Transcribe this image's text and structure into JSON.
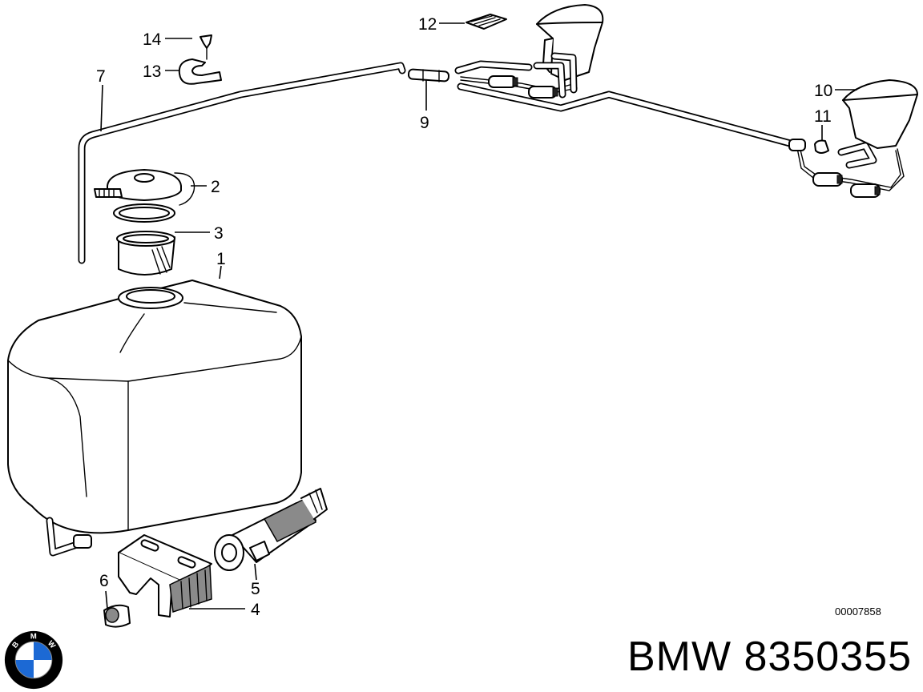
{
  "callouts": {
    "c1": "1",
    "c2": "2",
    "c3": "3",
    "c4": "4",
    "c5": "5",
    "c6": "6",
    "c7": "7",
    "c9": "9",
    "c10": "10",
    "c11": "11",
    "c12": "12",
    "c13": "13",
    "c14": "14"
  },
  "reference_code": "00007858",
  "caption": {
    "brand": "BMW",
    "part_number": "8350355"
  },
  "logo": {
    "letters": [
      "B",
      "M",
      "W"
    ],
    "colors": {
      "blue": "#1c69d4",
      "white": "#ffffff",
      "ring": "#000000"
    }
  }
}
